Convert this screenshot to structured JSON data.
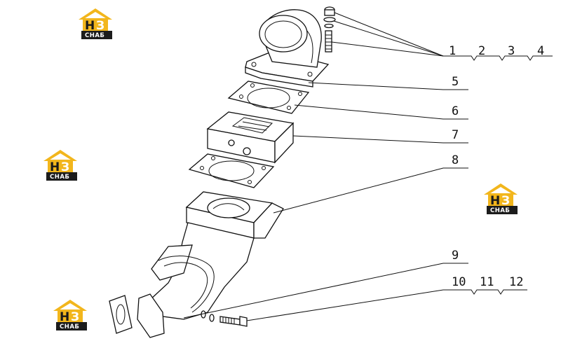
{
  "logo": {
    "letter_h": "Н",
    "letter_3": "З",
    "caption": "СНАБ",
    "colors": {
      "roof": "#f2b61c",
      "box": "#f2b61c",
      "caption_bg": "#1c1c1c",
      "text_dark": "#1a1a1a"
    }
  },
  "callouts": {
    "c1": "1",
    "c2": "2",
    "c3": "3",
    "c4": "4",
    "c5": "5",
    "c6": "6",
    "c7": "7",
    "c8": "8",
    "c9": "9",
    "c10": "10",
    "c11": "11",
    "c12": "12"
  },
  "colors": {
    "line": "#111111",
    "background": "#ffffff"
  }
}
